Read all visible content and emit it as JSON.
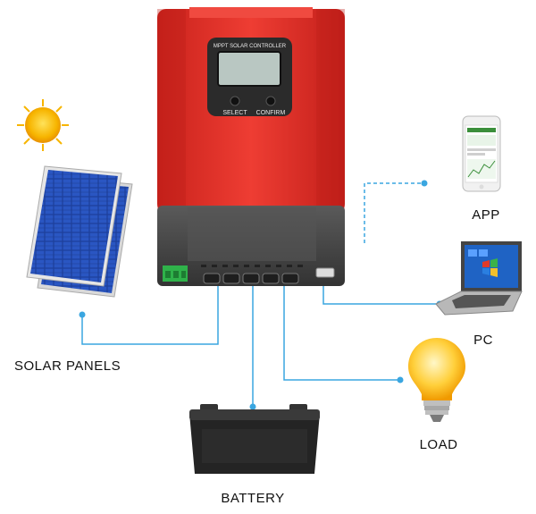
{
  "controller": {
    "panel_title": "MPPT SOLAR CONTROLLER",
    "button_select": "SELECT",
    "button_confirm": "CONFIRM"
  },
  "labels": {
    "solar_panels": "SOLAR PANELS",
    "battery": "BATTERY",
    "app": "APP",
    "pc": "PC",
    "load": "LOAD"
  },
  "colors": {
    "controller_red": "#e0342c",
    "controller_dark": "#4a4a4a",
    "link_line": "#3aa6e0",
    "lcd": "#b9c7c2",
    "sun": "#f7b500"
  },
  "icons": [
    "sun-icon",
    "solar-panel-icon",
    "battery-icon",
    "phone-app-icon",
    "laptop-icon",
    "light-bulb-icon"
  ]
}
